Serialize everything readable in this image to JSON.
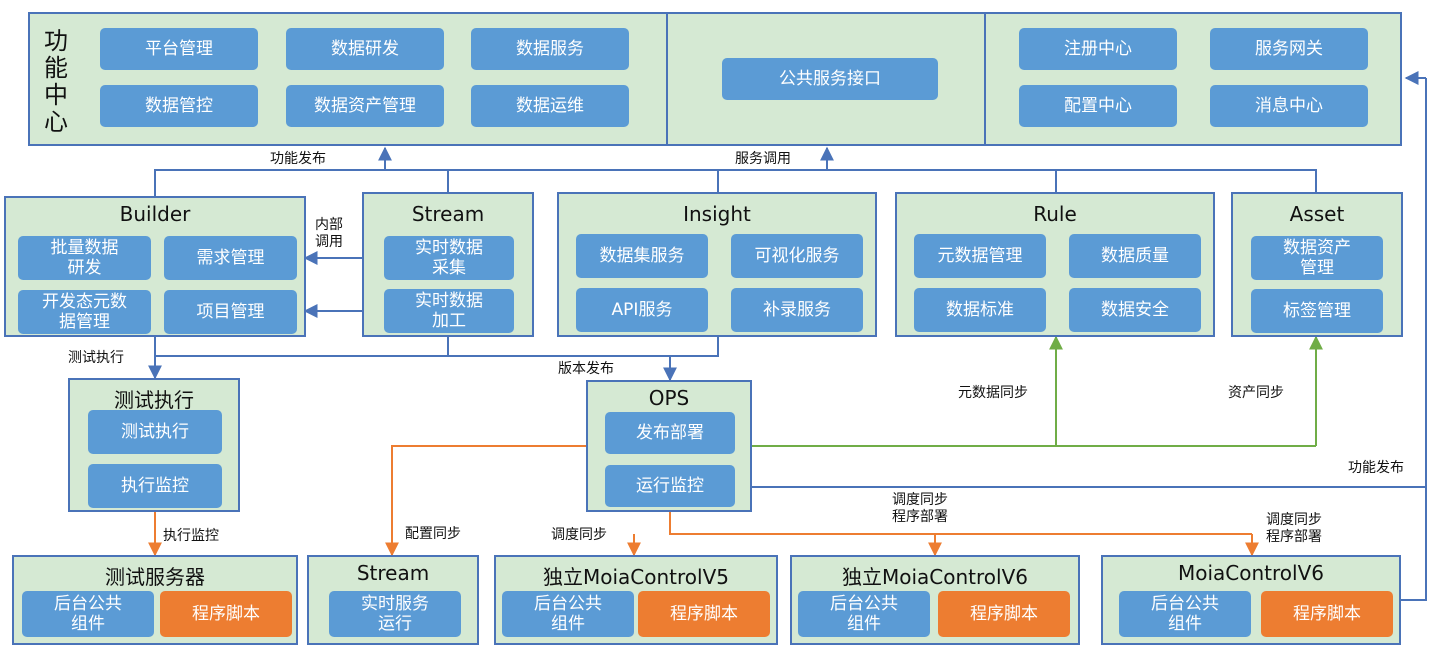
{
  "colors": {
    "panel": "#d5e9d3",
    "border": "#4a73b8",
    "button": "#5b9bd5",
    "button_orange": "#ed7d31",
    "line_blue": "#4a73b8",
    "line_orange": "#ed7d31",
    "line_green": "#70ad47"
  },
  "func_center": {
    "title": "功能中心",
    "items": [
      "平台管理",
      "数据研发",
      "数据服务",
      "数据管控",
      "数据资产管理",
      "数据运维"
    ]
  },
  "public_api": {
    "label": "公共服务接口"
  },
  "registry": {
    "items": [
      "注册中心",
      "服务网关",
      "配置中心",
      "消息中心"
    ]
  },
  "builder": {
    "title": "Builder",
    "items": [
      "批量数据\n研发",
      "需求管理",
      "开发态元数\n据管理",
      "项目管理"
    ]
  },
  "stream_top": {
    "title": "Stream",
    "items": [
      "实时数据\n采集",
      "实时数据\n加工"
    ]
  },
  "insight": {
    "title": "Insight",
    "items": [
      "数据集服务",
      "可视化服务",
      "API服务",
      "补录服务"
    ]
  },
  "rule": {
    "title": "Rule",
    "items": [
      "元数据管理",
      "数据质量",
      "数据标准",
      "数据安全"
    ]
  },
  "asset": {
    "title": "Asset",
    "items": [
      "数据资产\n管理",
      "标签管理"
    ]
  },
  "test_exec": {
    "title": "测试执行",
    "items": [
      "测试执行",
      "执行监控"
    ]
  },
  "ops": {
    "title": "OPS",
    "items": [
      "发布部署",
      "运行监控"
    ]
  },
  "test_server": {
    "title": "测试服务器",
    "items": [
      "后台公共\n组件",
      "程序脚本"
    ]
  },
  "stream_bottom": {
    "title": "Stream",
    "items": [
      "实时服务\n运行"
    ]
  },
  "moia_v5": {
    "title": "独立MoiaControlV5",
    "items": [
      "后台公共\n组件",
      "程序脚本"
    ]
  },
  "moia_v6_ind": {
    "title": "独立MoiaControlV6",
    "items": [
      "后台公共\n组件",
      "程序脚本"
    ]
  },
  "moia_v6": {
    "title": "MoiaControlV6",
    "items": [
      "后台公共\n组件",
      "程序脚本"
    ]
  },
  "labels": {
    "func_publish_top": "功能发布",
    "service_call": "服务调用",
    "internal_call": "内部\n调用",
    "test_exec": "测试执行",
    "version_publish": "版本发布",
    "meta_sync": "元数据同步",
    "asset_sync": "资产同步",
    "func_publish_right": "功能发布",
    "exec_monitor": "执行监控",
    "config_sync": "配置同步",
    "schedule_sync": "调度同步",
    "schedule_deploy_mid": "调度同步\n程序部署",
    "schedule_deploy_right": "调度同步\n程序部署"
  }
}
